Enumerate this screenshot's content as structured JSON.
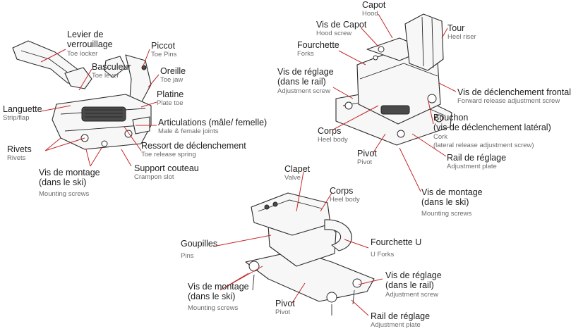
{
  "toe_binding": {
    "levier": {
      "fr_1": "Levier de",
      "fr_2": "verrouillage",
      "en": "Toe locker"
    },
    "piccot": {
      "fr": "Piccot",
      "en": "Toe Pins"
    },
    "basculeur": {
      "fr": "Basculeur",
      "en": "Toe lever"
    },
    "oreille": {
      "fr": "Oreille",
      "en": "Toe jaw"
    },
    "platine": {
      "fr": "Platine",
      "en": "Plate toe"
    },
    "languette": {
      "fr": "Languette",
      "en": "Strip/flap"
    },
    "articulations": {
      "fr": "Articulations (mâle/ femelle)",
      "en": "Male & female joints"
    },
    "rivets": {
      "fr": "Rivets",
      "en": "Rivets"
    },
    "ressort": {
      "fr": "Ressort de déclenchement",
      "en": "Toe release spring"
    },
    "vis_montage": {
      "fr_1": "Vis de montage",
      "fr_2": "(dans le ski)",
      "en": "Mounting screws"
    },
    "support": {
      "fr": "Support couteau",
      "en": "Crampon slot"
    }
  },
  "heel_binding": {
    "capot": {
      "fr": "Capot",
      "en": "Hood"
    },
    "vis_capot": {
      "fr": "Vis de Capot",
      "en": "Hood screw"
    },
    "tour": {
      "fr": "Tour",
      "en": "Heel riser"
    },
    "fourchette": {
      "fr": "Fourchette",
      "en": "Forks"
    },
    "vis_reglage": {
      "fr_1": "Vis de réglage",
      "fr_2": "(dans le rail)",
      "en": "Adjustment screw"
    },
    "vis_frontal": {
      "fr": "Vis de déclenchement frontal",
      "en": "Forward release adjustment screw"
    },
    "bouchon": {
      "fr_1": "Bouchon",
      "fr_2": "(vis de déclenchement latéral)",
      "en_1": "Cork",
      "en_2": "(lateral release adjustment screw)"
    },
    "corps": {
      "fr": "Corps",
      "en": "Heel body"
    },
    "rail": {
      "fr": "Rail de réglage",
      "en": "Adjustment plate"
    },
    "pivot": {
      "fr": "Pivot",
      "en": "Pivot"
    },
    "vis_montage": {
      "fr_1": "Vis de montage",
      "fr_2": "(dans le ski)",
      "en": "Mounting screws"
    }
  },
  "heel_binding_2": {
    "clapet": {
      "fr": "Clapet",
      "en": "Valve"
    },
    "corps": {
      "fr": "Corps",
      "en": "Heel body"
    },
    "goupilles": {
      "fr": "Goupilles",
      "en": "Pins"
    },
    "fourchette_u": {
      "fr": "Fourchette U",
      "en": "U Forks"
    },
    "vis_montage": {
      "fr_1": "Vis de montage",
      "fr_2": "(dans le ski)",
      "en": "Mounting screws"
    },
    "vis_reglage": {
      "fr_1": "Vis de réglage",
      "fr_2": "(dans le rail)",
      "en": "Adjustment screw"
    },
    "pivot": {
      "fr": "Pivot",
      "en": "Pivot"
    },
    "rail": {
      "fr": "Rail de réglage",
      "en": "Adjustment plate"
    }
  },
  "colors": {
    "leader": "#c62828",
    "label_fr": "#1e1e1e",
    "label_en": "#6b6b6b"
  }
}
